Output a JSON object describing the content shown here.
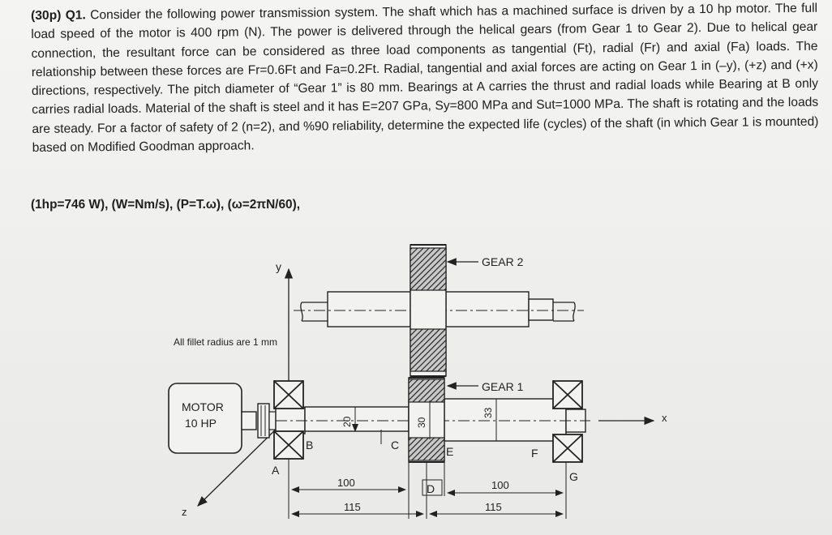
{
  "problem": {
    "points": "(30p)",
    "label": "Q1.",
    "text": "Consider the following power transmission system. The shaft which has a machined surface is driven by a 10 hp motor. The full load speed of the motor is 400 rpm (N). The power is delivered through the helical gears (from Gear 1 to Gear 2). Due to helical gear connection, the resultant force can be considered as three load components as tangential (Ft), radial (Fr) and axial (Fa) loads. The relationship between these forces are Fr=0.6Ft and Fa=0.2Ft. Radial, tangential and axial forces are acting on Gear 1 in (–y), (+z) and (+x) directions, respectively. The pitch diameter of “Gear 1” is 80 mm. Bearings at A carries the thrust and radial loads while Bearing at B only carries radial loads. Material of the shaft is steel and it has E=207 GPa, Sy=800 MPa and Sut=1000 MPa. The shaft is rotating and the loads are steady. For a factor of safety of 2 (n=2), and %90 reliability, determine the expected life (cycles) of the shaft (in which Gear 1 is mounted) based on Modified Goodman approach."
  },
  "formulas": "(1hp=746 W), (W=Nm/s), (P=T.ω), (ω=2πN/60),",
  "diagram": {
    "fillet_note": "All fillet radius are 1 mm",
    "motor_line1": "MOTOR",
    "motor_line2": "10 HP",
    "axis_y": "y",
    "axis_x": "x",
    "axis_z": "z",
    "gear2_label": "GEAR 2",
    "gear1_label": "GEAR 1",
    "point_a": "A",
    "point_b": "B",
    "point_c": "C",
    "point_d": "D",
    "point_e": "E",
    "point_f": "F",
    "point_g": "G",
    "dia_20": "20",
    "dia_30": "30",
    "dia_33": "33",
    "dim_100_left": "100",
    "dim_115_left": "115",
    "dim_100_right": "100",
    "dim_115_right": "115"
  }
}
